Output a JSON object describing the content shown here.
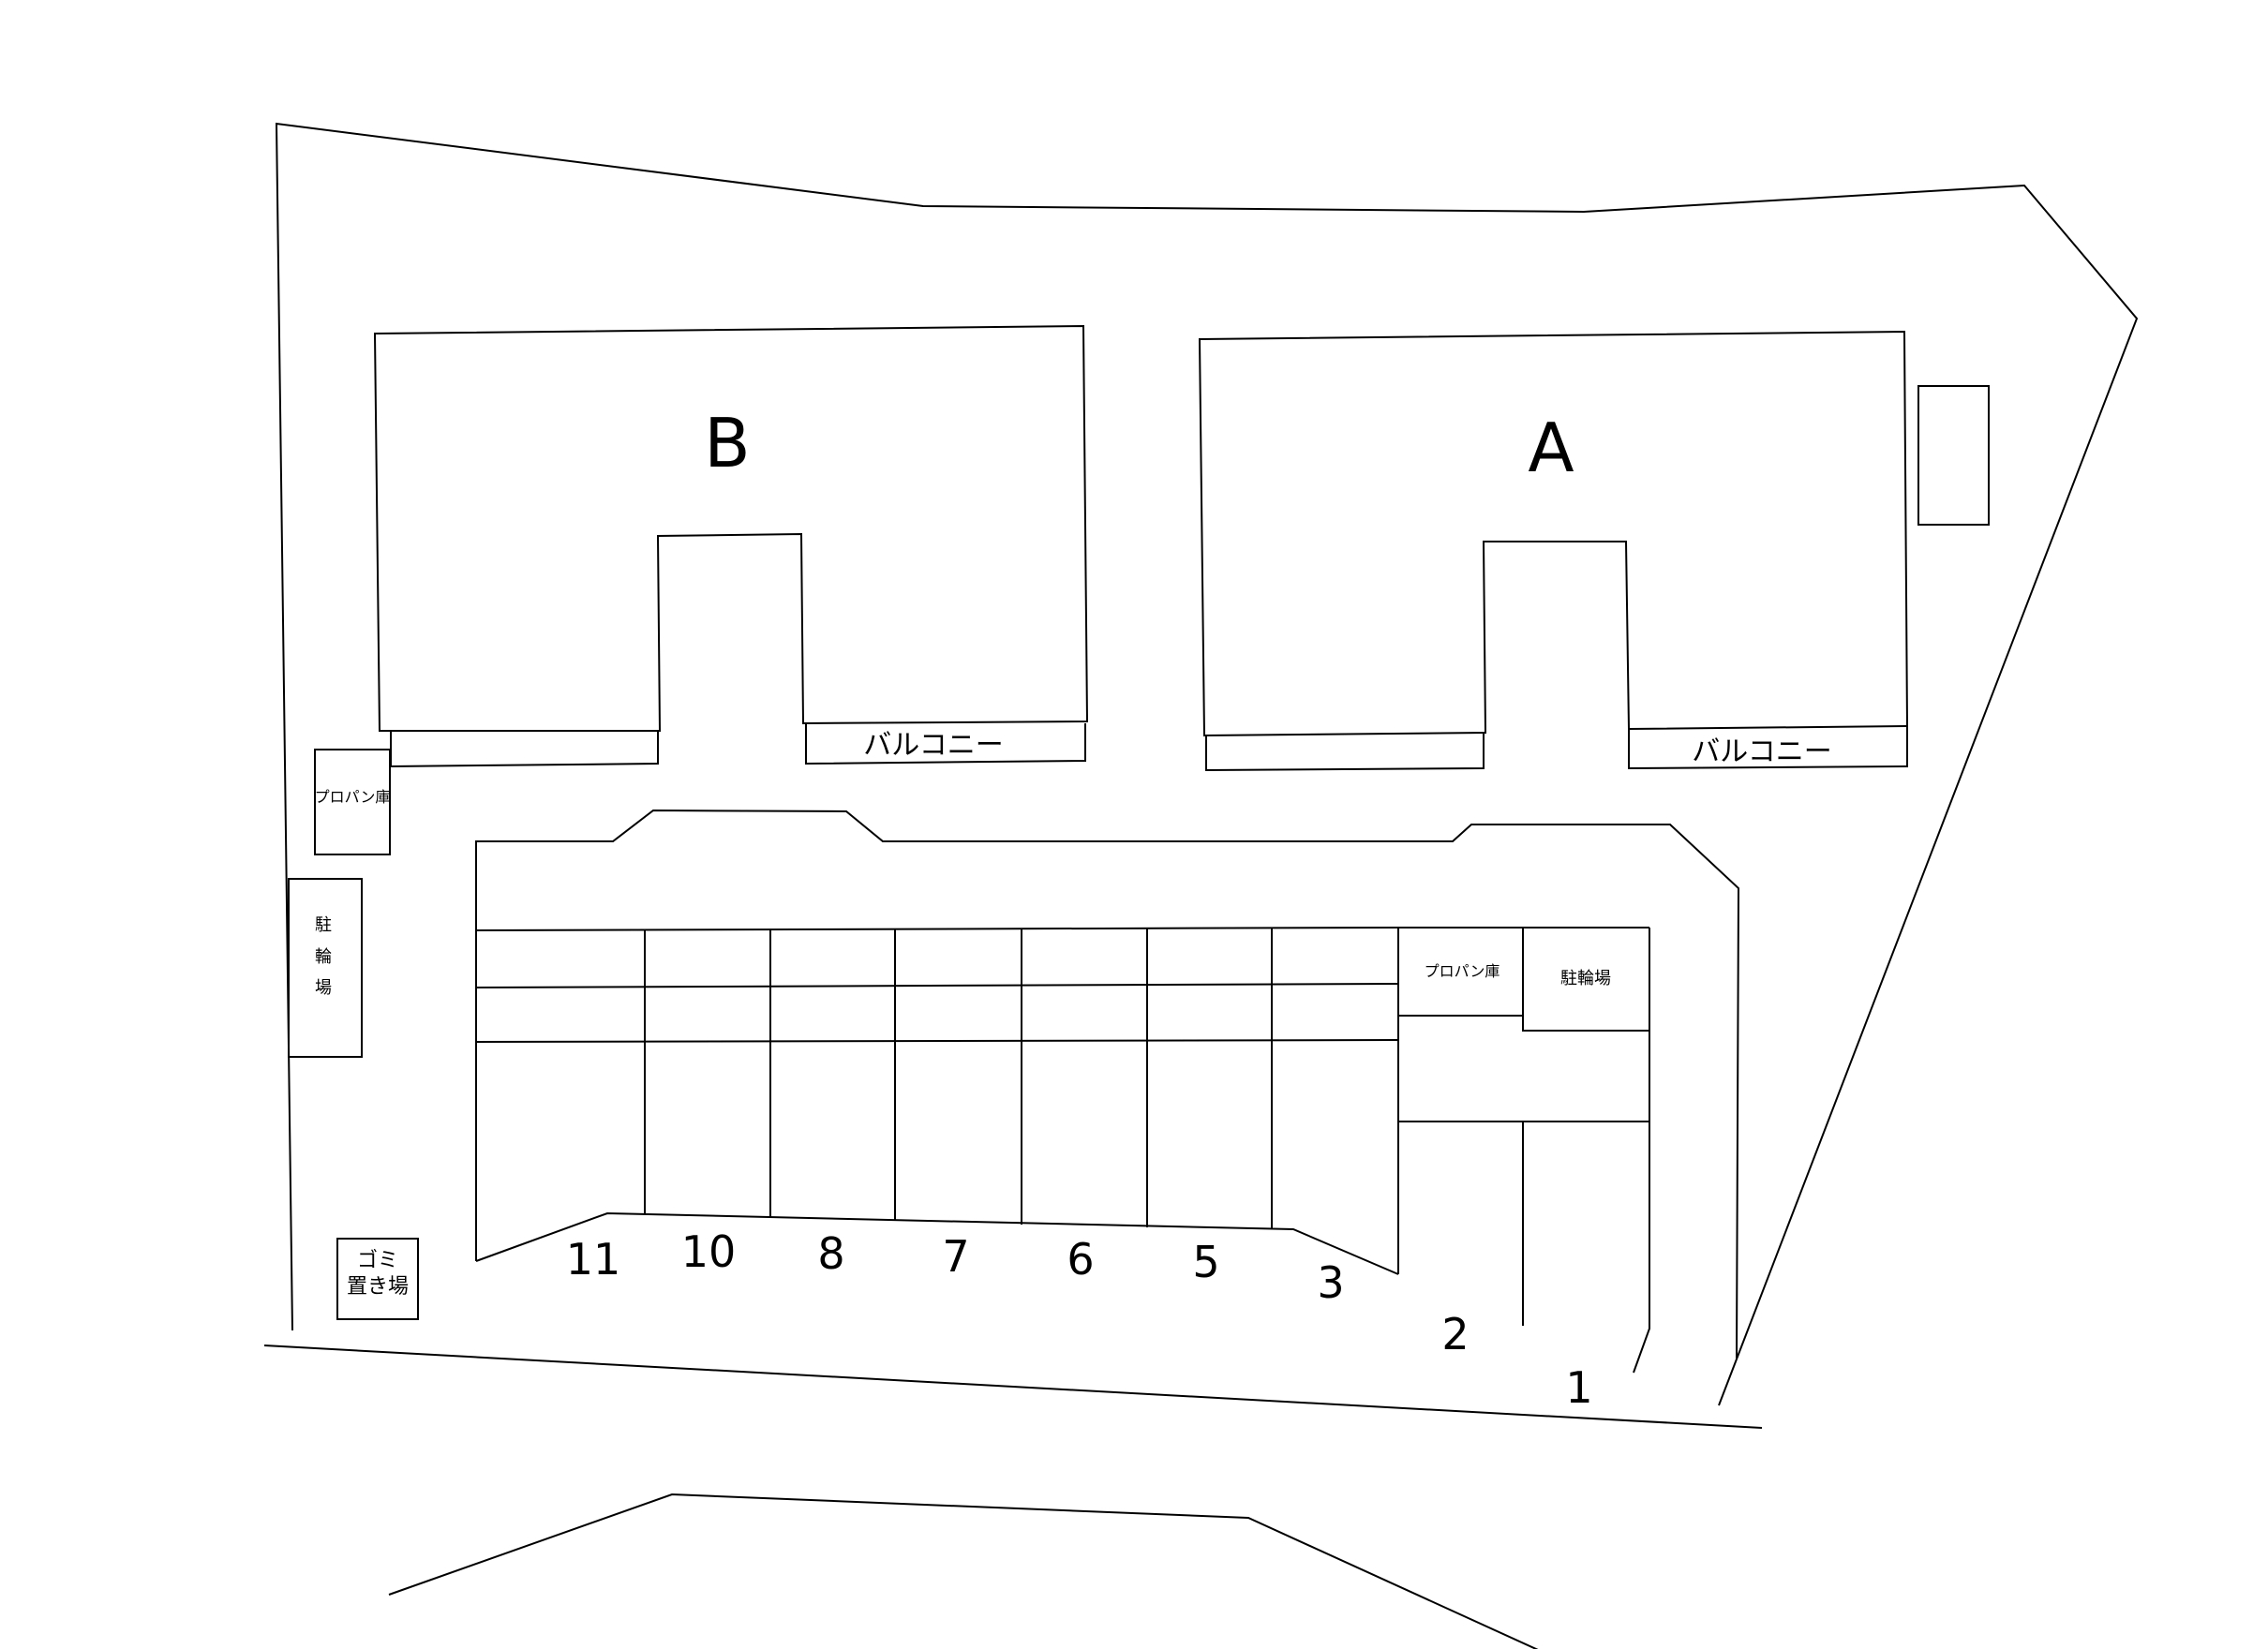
{
  "buildings": {
    "b": {
      "label": "B",
      "balcony": "バルコニー"
    },
    "a": {
      "label": "A",
      "balcony": "バルコニー"
    }
  },
  "facilities": {
    "propane_left": "プロパン庫",
    "bicycle_left": [
      "駐",
      "輪",
      "場"
    ],
    "propane_right": "プロパン庫",
    "bicycle_right": "駐輪場",
    "garbage": [
      "ゴミ",
      "置き場"
    ]
  },
  "parking": {
    "numbers": [
      "11",
      "10",
      "8",
      "7",
      "6",
      "5",
      "3",
      "2",
      "1"
    ]
  },
  "colors": {
    "stroke": "#000000",
    "background": "#ffffff"
  }
}
